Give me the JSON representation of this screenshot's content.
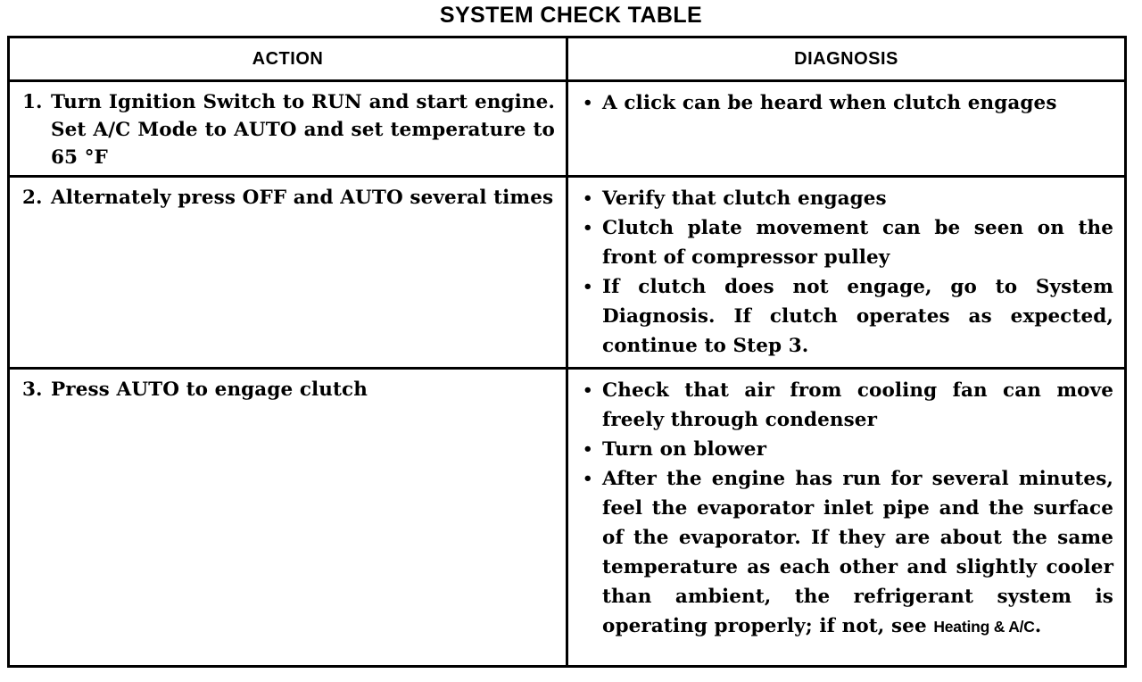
{
  "title": "SYSTEM CHECK TABLE",
  "table": {
    "columns": [
      {
        "key": "action",
        "header": "ACTION"
      },
      {
        "key": "diagnosis",
        "header": "DIAGNOSIS"
      }
    ],
    "rows": [
      {
        "number": "1.",
        "action": "Turn Ignition Switch to RUN and start engine. Set A/C Mode to AUTO and set temperature to 65 °F",
        "diagnosis": [
          "A click can be heard when clutch engages"
        ]
      },
      {
        "number": "2.",
        "action": "Alternately press OFF and AUTO several times",
        "diagnosis": [
          "Verify that clutch engages",
          "Clutch plate movement can be seen on the front of compressor pulley",
          "If clutch does not engage, go to System Diagnosis. If clutch operates as expected, continue to Step 3."
        ]
      },
      {
        "number": "3.",
        "action": "Press AUTO to engage clutch",
        "diagnosis": [
          "Check that air from cooling fan can move freely through condenser",
          "Turn on blower",
          "After the engine has run for several minutes, feel the evaporator inlet pipe and the surface of the evaporator. If they are about the same temperature as each other and slightly cooler than ambient, the refrigerant system is operating properly; if not, see "
        ],
        "diagnosis_xref": "Heating & A/C",
        "diagnosis_xref_tail": "."
      }
    ]
  },
  "colors": {
    "ink": "#000000",
    "paper": "#ffffff"
  }
}
